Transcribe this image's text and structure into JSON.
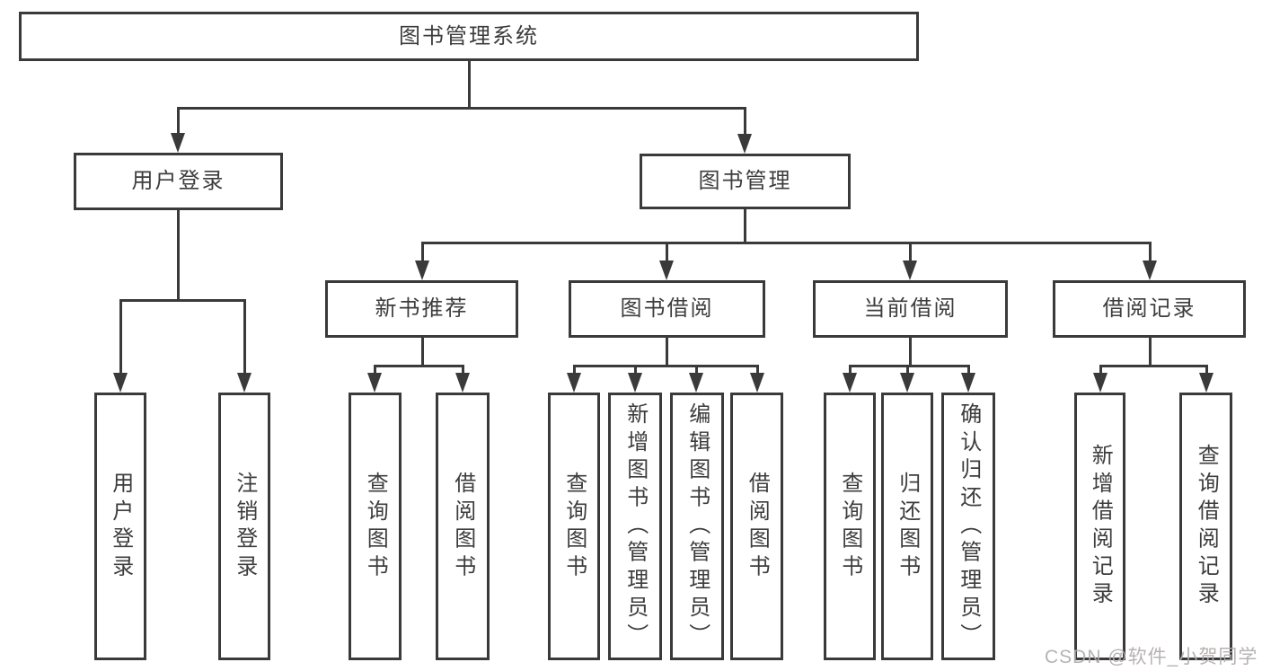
{
  "diagram": {
    "title": "图书管理系统",
    "nodes": [
      {
        "id": "root",
        "label": "图书管理系统",
        "level": 1,
        "parent": null
      },
      {
        "id": "user-login-module",
        "label": "用户登录",
        "level": 2,
        "parent": "root"
      },
      {
        "id": "book-mgmt",
        "label": "图书管理",
        "level": 2,
        "parent": "root"
      },
      {
        "id": "new-book-rec",
        "label": "新书推荐",
        "level": 3,
        "parent": "book-mgmt"
      },
      {
        "id": "book-borrow",
        "label": "图书借阅",
        "level": 3,
        "parent": "book-mgmt"
      },
      {
        "id": "current-borrow",
        "label": "当前借阅",
        "level": 3,
        "parent": "book-mgmt"
      },
      {
        "id": "borrow-records",
        "label": "借阅记录",
        "level": 3,
        "parent": "book-mgmt"
      },
      {
        "id": "login",
        "label": "用户登录",
        "level": 4,
        "parent": "user-login-module"
      },
      {
        "id": "logout",
        "label": "注销登录",
        "level": 4,
        "parent": "user-login-module"
      },
      {
        "id": "nbr-query-book",
        "label": "查询图书",
        "level": 4,
        "parent": "new-book-rec"
      },
      {
        "id": "nbr-borrow-book",
        "label": "借阅图书",
        "level": 4,
        "parent": "new-book-rec"
      },
      {
        "id": "bb-query-book",
        "label": "查询图书",
        "level": 4,
        "parent": "book-borrow"
      },
      {
        "id": "bb-add-book",
        "label": "新增图书（管理员）",
        "level": 4,
        "parent": "book-borrow"
      },
      {
        "id": "bb-edit-book",
        "label": "编辑图书（管理员）",
        "level": 4,
        "parent": "book-borrow"
      },
      {
        "id": "bb-borrow-book",
        "label": "借阅图书",
        "level": 4,
        "parent": "book-borrow"
      },
      {
        "id": "cb-query-book",
        "label": "查询图书",
        "level": 4,
        "parent": "current-borrow"
      },
      {
        "id": "cb-return-book",
        "label": "归还图书",
        "level": 4,
        "parent": "current-borrow"
      },
      {
        "id": "cb-confirm-return",
        "label": "确认归还（管理员）",
        "level": 4,
        "parent": "current-borrow"
      },
      {
        "id": "br-add-record",
        "label": "新增借阅记录",
        "level": 4,
        "parent": "borrow-records"
      },
      {
        "id": "br-query-record",
        "label": "查询借阅记录",
        "level": 4,
        "parent": "borrow-records"
      }
    ],
    "watermark": "CSDN @软件_小贺同学",
    "colors": {
      "line": "#3a3a3a",
      "text": "#3d3d3d",
      "background": "#ffffff",
      "watermark": "#b2acac"
    }
  }
}
